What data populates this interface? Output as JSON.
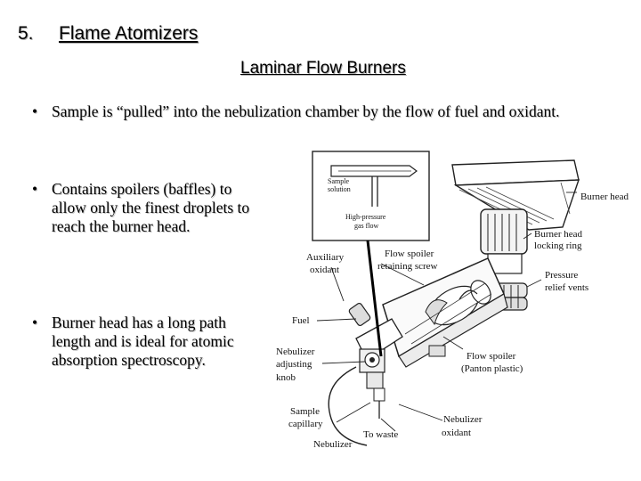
{
  "header": {
    "section_number": "5.",
    "section_title": "Flame Atomizers",
    "subtitle": "Laminar Flow Burners"
  },
  "bullets": [
    {
      "symbol": "•",
      "text": "Sample is “pulled” into the nebulization chamber by the flow of fuel and oxidant."
    },
    {
      "symbol": "•",
      "text": "Contains spoilers (baffles) to allow only the finest droplets to reach the burner head."
    },
    {
      "symbol": "•",
      "text": "Burner head has a long path length and is ideal for atomic absorption spectroscopy."
    }
  ],
  "diagram": {
    "inset": {
      "sample_solution_line1": "Sample",
      "sample_solution_line2": "solution",
      "gas_flow_line1": "High-pressure",
      "gas_flow_line2": "gas flow"
    },
    "labels": {
      "burner_head": "Burner head",
      "locking_ring_line1": "Burner head",
      "locking_ring_line2": "locking ring",
      "relief_vents_line1": "Pressure",
      "relief_vents_line2": "relief vents",
      "auxiliary_line1": "Auxiliary",
      "auxiliary_line2": "oxidant",
      "spoiler_screw_line1": "Flow spoiler",
      "spoiler_screw_line2": "retaining screw",
      "fuel": "Fuel",
      "adjusting_line1": "Nebulizer",
      "adjusting_line2": "adjusting",
      "adjusting_line3": "knob",
      "flow_spoiler_line1": "Flow spoiler",
      "flow_spoiler_line2": "(Panton plastic)",
      "capillary_line1": "Sample",
      "capillary_line2": "capillary",
      "nebulizer_bottom": "Nebulizer",
      "to_waste": "To waste",
      "nebulizer_oxidant_line1": "Nebulizer",
      "nebulizer_oxidant_line2": "oxidant"
    }
  }
}
